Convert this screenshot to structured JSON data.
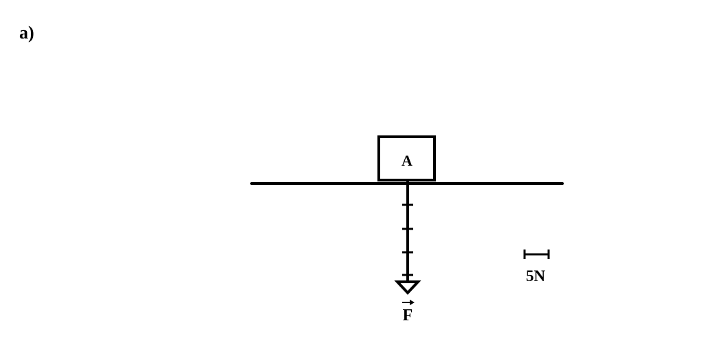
{
  "part_label": "a)",
  "block": {
    "label": "A"
  },
  "force": {
    "label": "F",
    "has_vector_arrow": true,
    "segments": 5,
    "direction": "down",
    "magnitude": "25N"
  },
  "scale": {
    "label": "5N"
  },
  "colors": {
    "ink": "#000000",
    "background": "#ffffff"
  }
}
